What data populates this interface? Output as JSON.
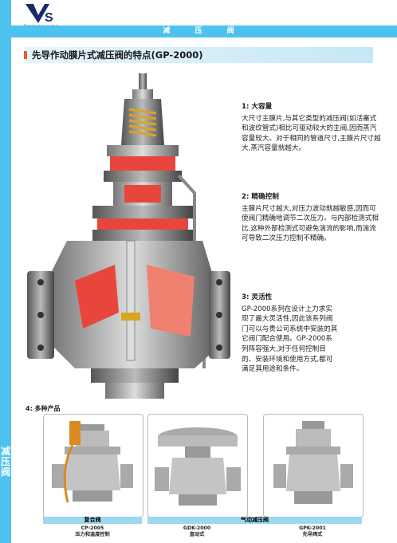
{
  "brand": {
    "tagline": "Born to save energy!"
  },
  "side_label": "减压阀",
  "header": {
    "section": "减 压 阀"
  },
  "title": "先导作动膜片式减压阀的特点(GP-2000)",
  "features": [
    {
      "heading": "1: 大容量",
      "body": "大尺寸主膜片,与其它类型的减压阀(如活塞式和波纹管式)相比可驱动较大的主阀,因而蒸汽容量较大。对于相同的管道尺寸,主膜片尺寸越大,蒸汽容量就越大。"
    },
    {
      "heading": "2: 精确控制",
      "body": "主膜片尺寸越大,对压力波动就越敏感,因而可使阀门精确地调节二次压力。与内部检测式相比,这种外部检测式可避免湍流的影响,而湍流可导致二次压力控制不精确。"
    },
    {
      "heading": "3: 灵活性",
      "body": "GP-2000系列在设计上力求实现了最大灵活性,因此该系列阀门可以与贵公司系统中安装的其它阀门配合使用。GP-2000系列阵容强大,对于任何控制目的、安装环境和使用方式,都可满足其用途和条件。"
    }
  ],
  "products": {
    "heading": "4: 多种产品",
    "group1": "复合阀",
    "group2": "气动减压阀",
    "items": [
      {
        "model": "CP-2005",
        "desc": "压力和温度控制"
      },
      {
        "model": "GDK-2000",
        "desc": "直动式"
      },
      {
        "model": "GPK-2001",
        "desc": "先导阀式"
      }
    ]
  },
  "colors": {
    "accent": "#4ec2ee",
    "title_mark": "#f05a28",
    "label_bg": "#9dd8ef"
  }
}
